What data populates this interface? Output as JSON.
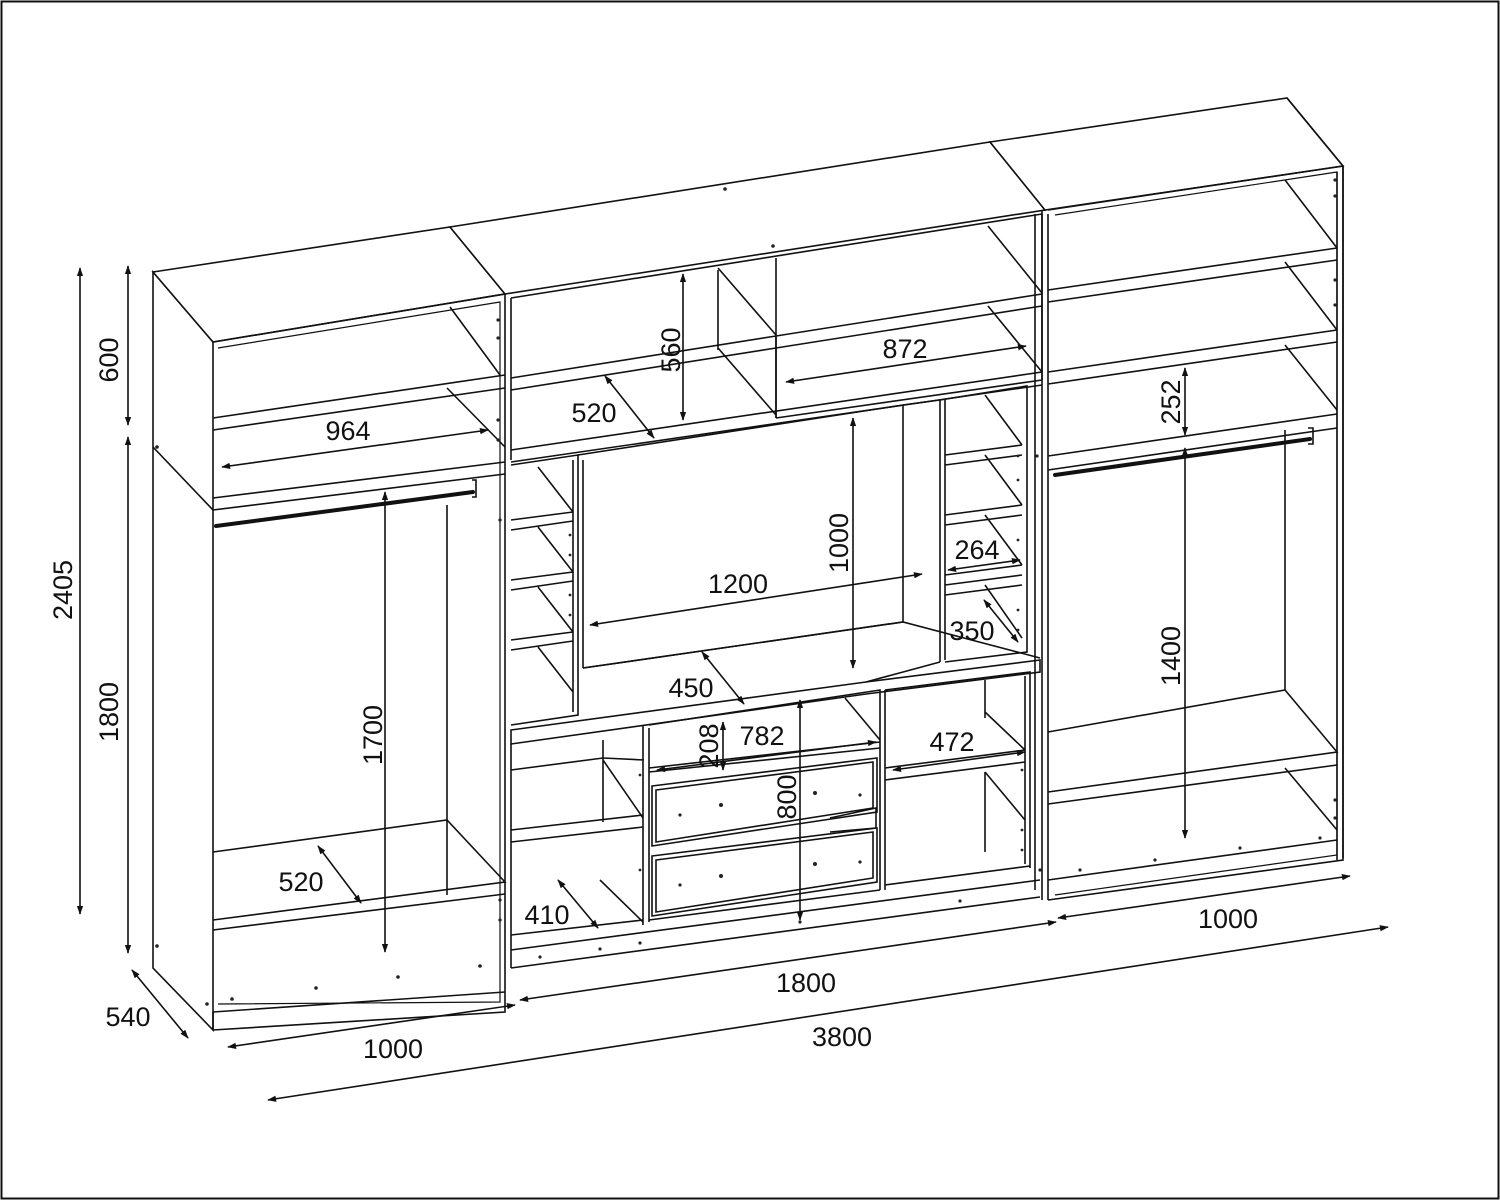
{
  "drawing": {
    "dimensions": {
      "total_height": "2405",
      "top_height": "600",
      "lower_height": "1800",
      "depth": "540",
      "left_width": "1000",
      "middle_width": "1800",
      "right_width": "1000",
      "total_width": "3800",
      "left_shelf_width": "964",
      "left_rod_height": "1700",
      "left_bottom_depth": "520",
      "middle_top_height": "560",
      "middle_top_depth": "520",
      "middle_top_right_width": "872",
      "tv_niche_width": "1200",
      "tv_niche_height": "1000",
      "tv_shelf_depth": "450",
      "side_shelf_width": "264",
      "side_shelf_depth": "350",
      "drawer_height": "208",
      "drawer_width": "782",
      "drawer_block_height": "800",
      "lower_right_shelf_width": "472",
      "lower_left_depth": "410",
      "right_top_height": "252",
      "right_rod_height": "1400"
    }
  }
}
